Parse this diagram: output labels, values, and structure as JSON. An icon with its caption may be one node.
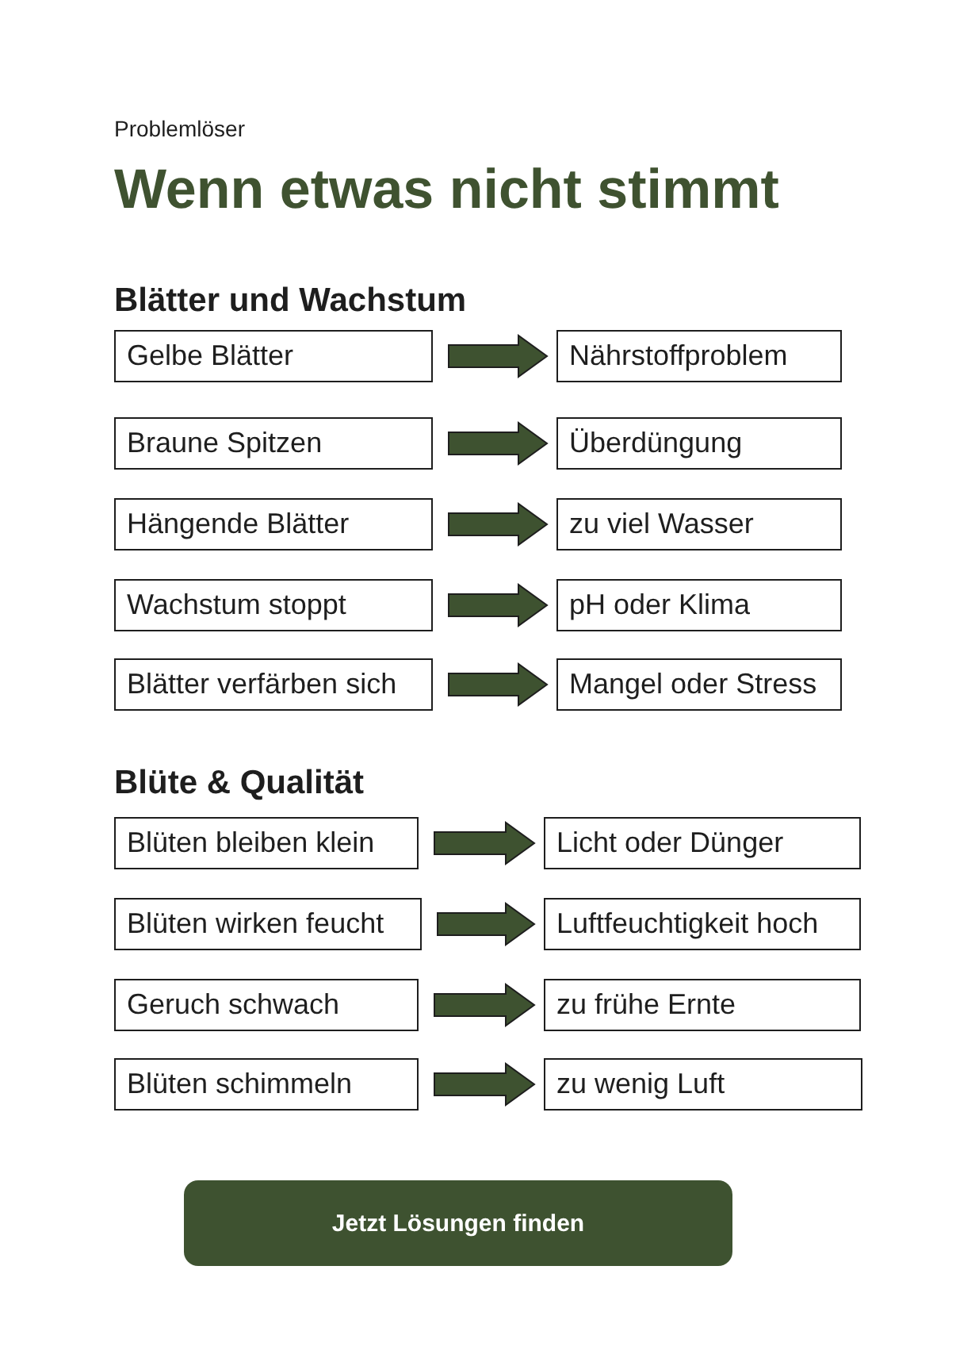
{
  "diagram": {
    "title": "Wenn etwas nicht stimmt",
    "nodes": [
      {
        "text": [
          "Gelbe Blätter"
        ]
      },
      {
        "text": [
          "Nährstoffproblem"
        ]
      },
      {
        "text": [
          "Braune Spitzen"
        ]
      },
      {
        "text": [
          "Überdüngung"
        ]
      },
      {
        "text": [
          "Hängende Blätter"
        ]
      },
      {
        "text": [
          "zu viel Wasser"
        ]
      },
      {
        "text": [
          "Wachstum stoppt"
        ]
      },
      {
        "text": [
          "pH oder Klima"
        ]
      },
      {
        "text": [
          "Blätter verfärben sich"
        ]
      },
      {
        "text": [
          "Mangel oder Stress"
        ]
      },
      {
        "text": [
          "Blüten bleiben klein"
        ]
      },
      {
        "text": [
          "Licht oder Dünger"
        ]
      },
      {
        "text": [
          "Blüten wirken feucht"
        ]
      },
      {
        "text": [
          "Luftfeuchtigkeit hoch"
        ]
      },
      {
        "text": [
          "Geruch schwach"
        ]
      },
      {
        "text": [
          "zu frühe Ernte"
        ]
      },
      {
        "text": [
          "Blüten schimmeln"
        ]
      },
      {
        "text": [
          "zu wenig Luft"
        ]
      },
      {
        "text": [
          "Jetzt Lösungen finden"
        ]
      }
    ],
    "edges": [
      {
        "from": 0,
        "to": 1,
        "arrow": "to"
      },
      {
        "from": 2,
        "to": 3,
        "arrow": "to"
      },
      {
        "from": 4,
        "to": 5,
        "arrow": "to"
      },
      {
        "from": 6,
        "to": 7,
        "arrow": "to"
      },
      {
        "from": 8,
        "to": 9,
        "arrow": "to"
      },
      {
        "from": 10,
        "to": 11,
        "arrow": "to"
      },
      {
        "from": 12,
        "to": 13,
        "arrow": "to"
      },
      {
        "from": 14,
        "to": 15,
        "arrow": "to"
      },
      {
        "from": 16,
        "to": 17,
        "arrow": "to"
      }
    ],
    "labels": [
      "Problemlöser",
      "Blätter und Wachstum",
      "Blüte & Qualität"
    ]
  }
}
